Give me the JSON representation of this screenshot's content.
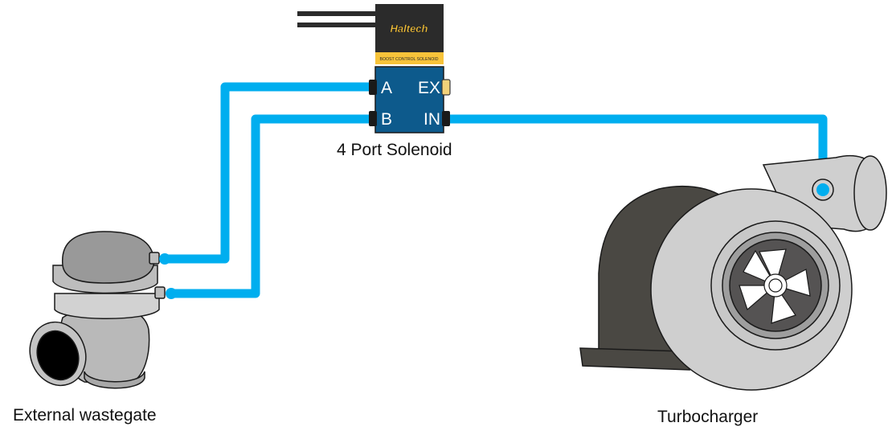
{
  "diagram": {
    "title": "Boost control solenoid plumbing",
    "labels": {
      "solenoid": "4 Port Solenoid",
      "wastegate": "External wastegate",
      "turbocharger": "Turbocharger"
    },
    "solenoid": {
      "brand": "Haltech",
      "band_text": "BOOST CONTROL SOLENOID",
      "ports": {
        "a": "A",
        "b": "B",
        "ex": "EX",
        "in": "IN"
      }
    },
    "connections": [
      {
        "from": "Solenoid port A",
        "to": "External wastegate top port"
      },
      {
        "from": "Solenoid port B",
        "to": "External wastegate lower port"
      },
      {
        "from": "Solenoid port IN",
        "to": "Turbocharger compressor outlet"
      }
    ],
    "colors": {
      "hose": "#00aeef",
      "solenoid_body": "#0d5a8c",
      "solenoid_cap": "#2b2b2b",
      "solenoid_band": "#f7c33a",
      "wastegate_body": "#bdbdbd",
      "turbine_housing": "#4a4843",
      "compressor_housing": "#cfcfcf"
    }
  }
}
